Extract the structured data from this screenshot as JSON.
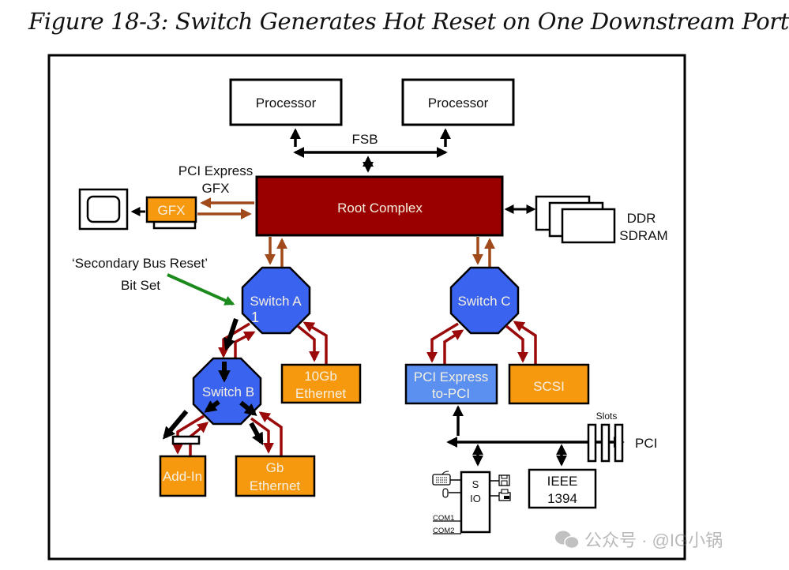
{
  "caption": "Figure 18-3: Switch Generates Hot Reset on One Downstream Port",
  "colors": {
    "root_complex_fill": "#9b0000",
    "switch_fill": "#3a63f0",
    "device_fill": "#f7990f",
    "pci_bridge_fill": "#5b8ff0",
    "link_brown": "#a04a1c",
    "link_darkred": "#9b0a0a",
    "annotation_arrow": "#1d8a1d",
    "reset_arrow": "#000000",
    "light_text": "#f4efe0"
  },
  "nodes": {
    "processor_left": "Processor",
    "processor_right": "Processor",
    "fsb": "FSB",
    "pci_express_gfx_line1": "PCI Express",
    "pci_express_gfx_line2": "GFX",
    "gfx": "GFX",
    "root_complex": "Root Complex",
    "ddr_line1": "DDR",
    "ddr_line2": "SDRAM",
    "switch_a": "Switch A",
    "switch_a_marker": "1",
    "switch_b": "Switch B",
    "switch_c": "Switch C",
    "ethernet_10gb_line1": "10Gb",
    "ethernet_10gb_line2": "Ethernet",
    "add_in": "Add-In",
    "gb_ethernet_line1": "Gb",
    "gb_ethernet_line2": "Ethernet",
    "pcie_to_pci_line1": "PCI Express",
    "pcie_to_pci_line2": "to-PCI",
    "scsi": "SCSI",
    "slots": "Slots",
    "pci": "PCI",
    "sio_line1": "S",
    "sio_line2": "IO",
    "com1": "COM1",
    "com2": "COM2",
    "ieee_line1": "IEEE",
    "ieee_line2": "1394"
  },
  "annotation": {
    "line1": "‘Secondary Bus Reset’",
    "line2": "Bit Set"
  },
  "icons": [
    "monitor-icon",
    "keyboard-icon",
    "mouse-icon",
    "floppy-icon",
    "printer-icon",
    "wechat-icon"
  ],
  "watermark": "公众号 · @IG小锅"
}
